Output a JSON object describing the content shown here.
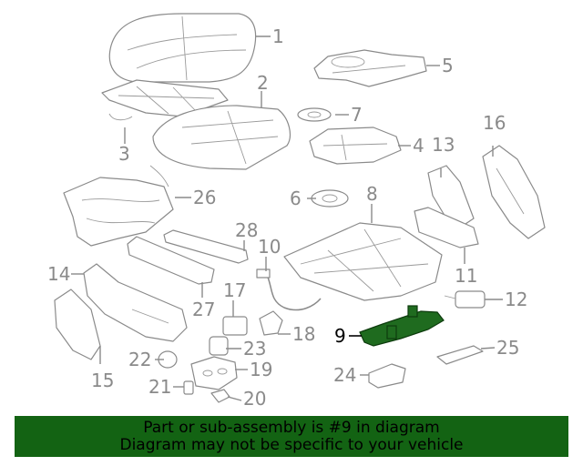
{
  "callouts": [
    {
      "num": "1"
    },
    {
      "num": "2"
    },
    {
      "num": "3"
    },
    {
      "num": "4"
    },
    {
      "num": "5"
    },
    {
      "num": "6"
    },
    {
      "num": "7"
    },
    {
      "num": "8"
    },
    {
      "num": "9"
    },
    {
      "num": "10"
    },
    {
      "num": "11"
    },
    {
      "num": "12"
    },
    {
      "num": "13"
    },
    {
      "num": "14"
    },
    {
      "num": "15"
    },
    {
      "num": "16"
    },
    {
      "num": "17"
    },
    {
      "num": "18"
    },
    {
      "num": "19"
    },
    {
      "num": "20"
    },
    {
      "num": "21"
    },
    {
      "num": "22"
    },
    {
      "num": "23"
    },
    {
      "num": "24"
    },
    {
      "num": "25"
    },
    {
      "num": "26"
    },
    {
      "num": "27"
    },
    {
      "num": "28"
    }
  ],
  "highlighted_part": "9",
  "banner": {
    "line1": "Part or sub-assembly is #9 in diagram",
    "line2": "Diagram may not be specific to your vehicle"
  },
  "colors": {
    "line_gray": "#8a8a8a",
    "highlight_green": "#1f6b1f",
    "banner_green": "#136313"
  }
}
